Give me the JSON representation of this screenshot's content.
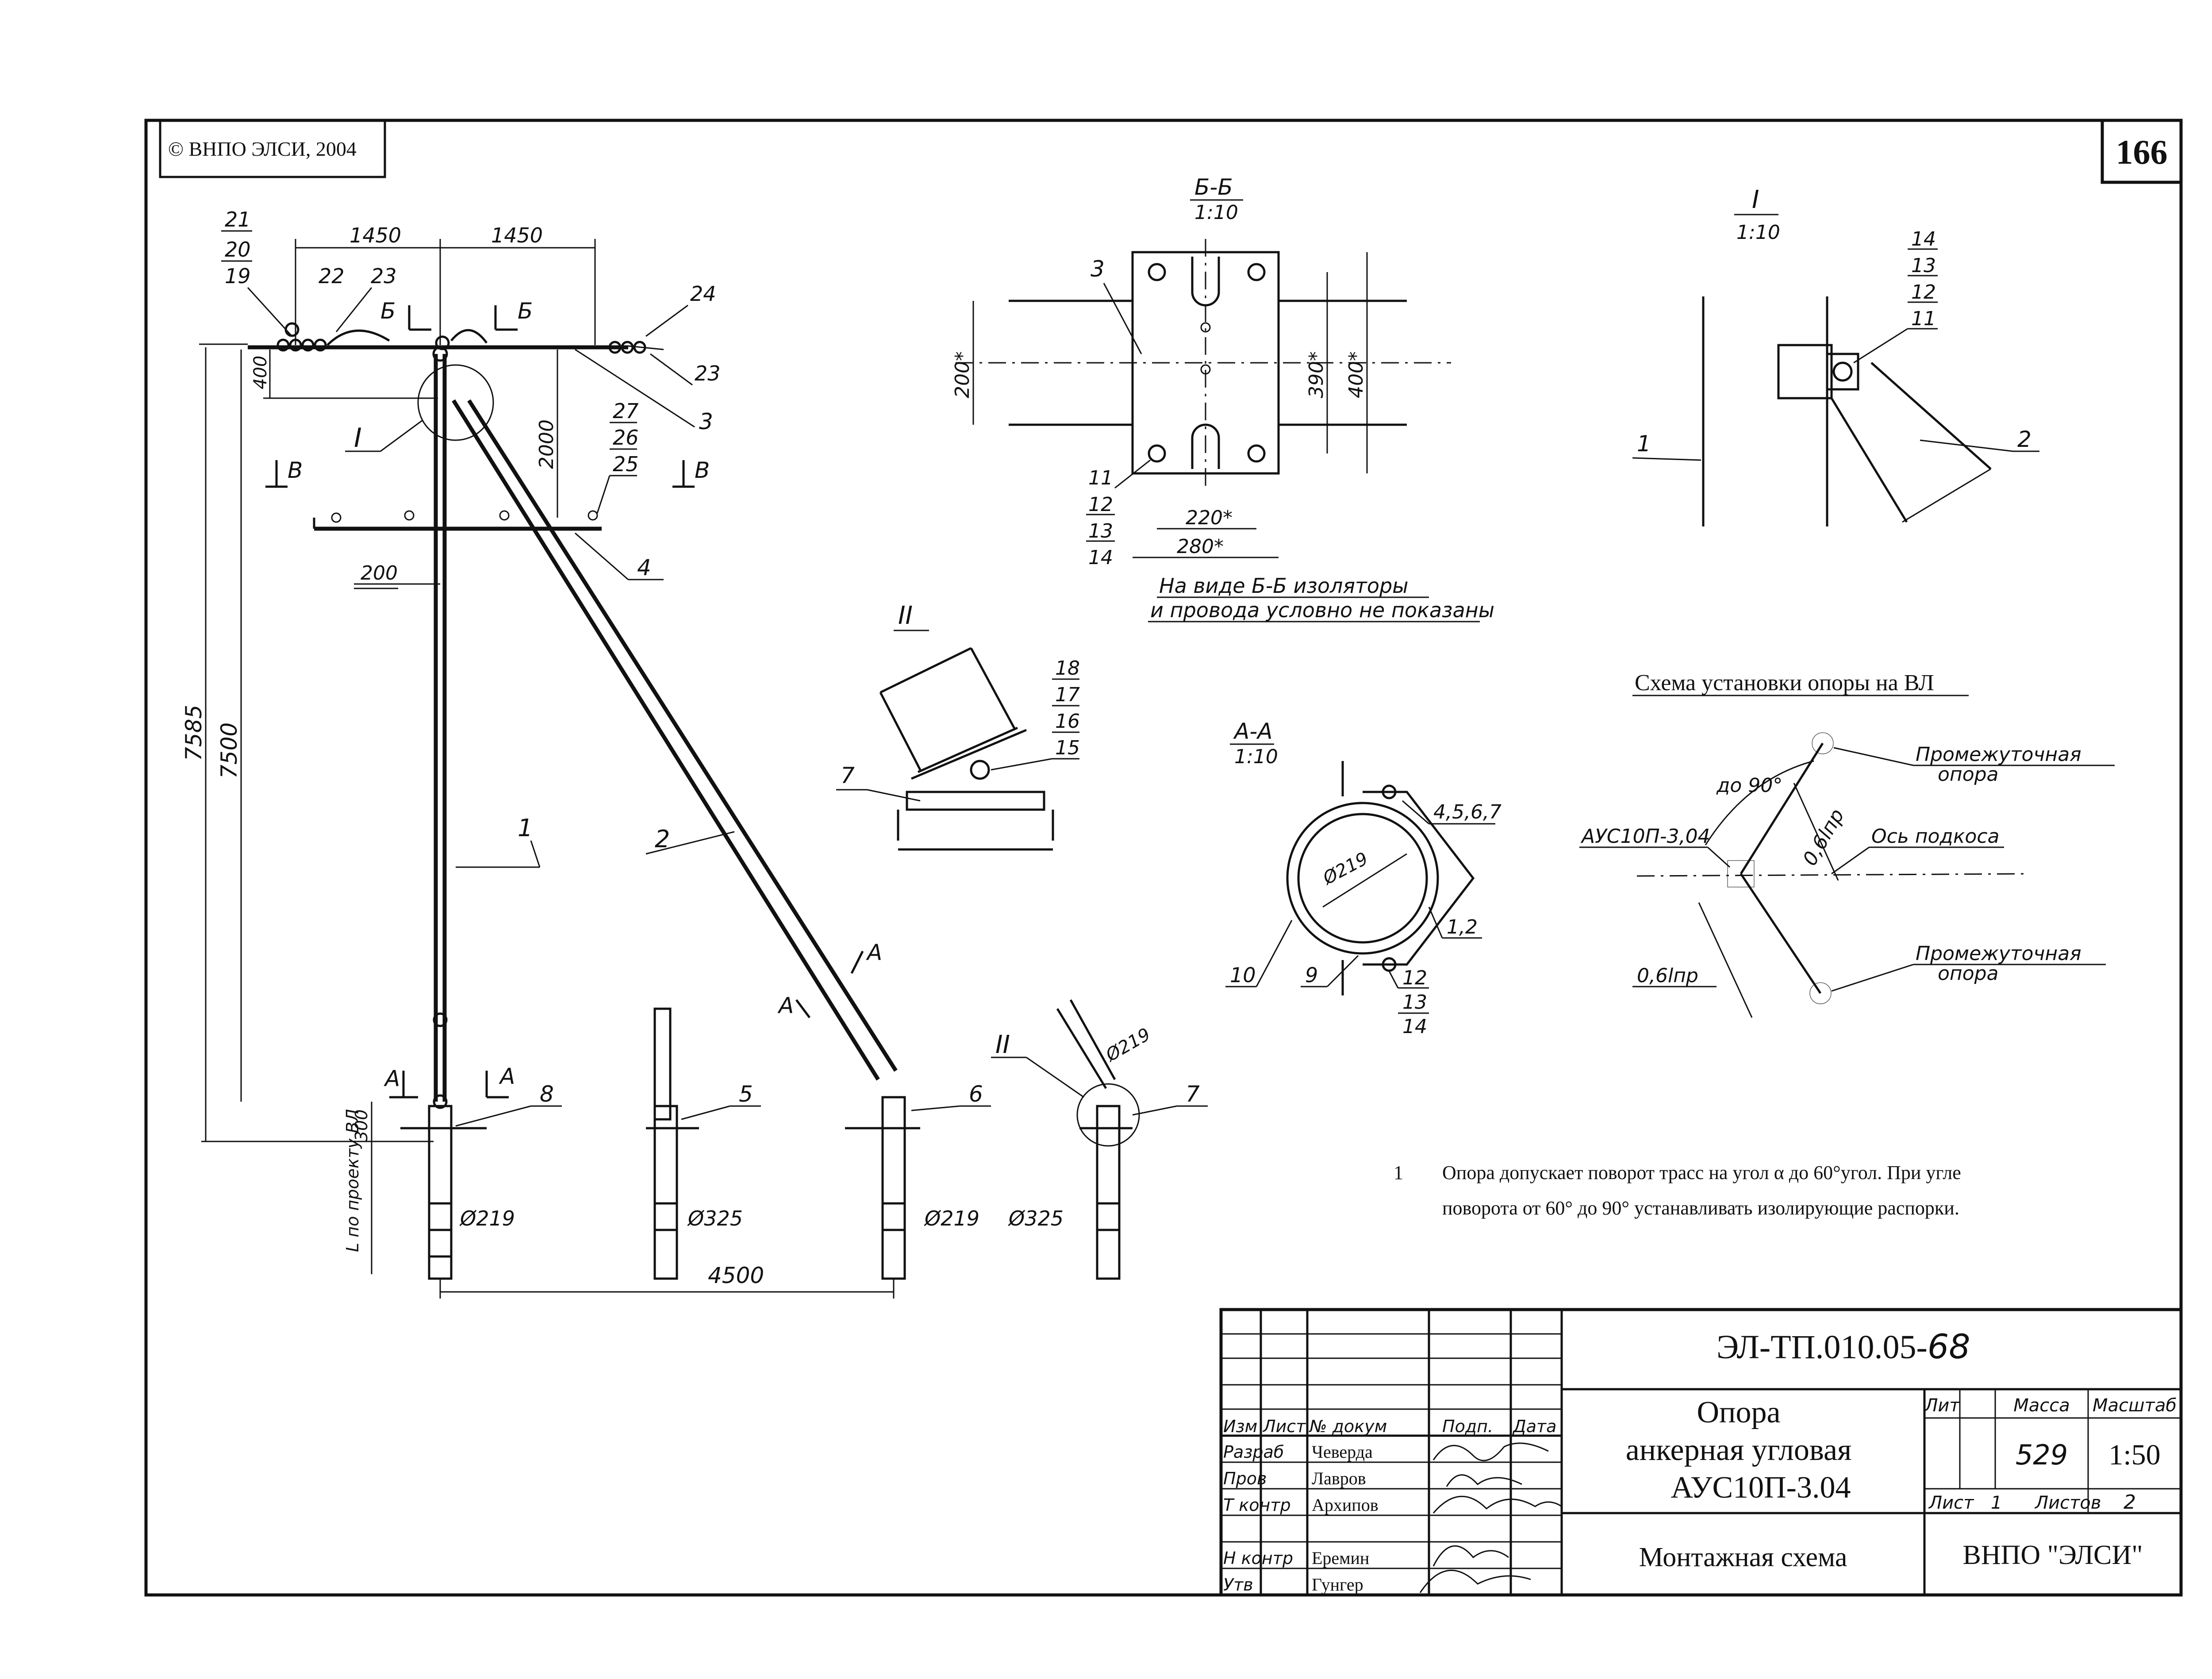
{
  "copyright": "© ВНПО ЭЛСИ, 2004",
  "sheet_number": "166",
  "main_view": {
    "dim_top_left": "1450",
    "dim_top_right": "1450",
    "dim_400": "400",
    "dim_2000": "2000",
    "dim_7585": "7585",
    "dim_7500": "7500",
    "dim_200": "200",
    "dim_300": "300",
    "dim_4500": "4500",
    "dim_length_label": "L по проекту ВЛ",
    "section_b": "Б",
    "section_v": "В",
    "section_a": "А",
    "detail_1": "I",
    "detail_2": "II",
    "callouts": {
      "c21": "21",
      "c20": "20",
      "c19": "19",
      "c22": "22",
      "c23": "23",
      "c24": "24",
      "c23b": "23",
      "c3": "3",
      "c27": "27",
      "c26": "26",
      "c25": "25",
      "c4": "4",
      "c1": "1",
      "c2": "2",
      "c8": "8",
      "c5": "5",
      "c6": "6",
      "c7": "7"
    },
    "diameters": {
      "d1": "Ø219",
      "d2": "Ø325",
      "d3": "Ø219",
      "d4": "Ø325",
      "d5": "Ø219"
    }
  },
  "section_bb": {
    "title": "Б-Б",
    "scale": "1:10",
    "dim_200": "200*",
    "dim_390": "390*",
    "dim_400": "400*",
    "dim_220": "220*",
    "dim_280": "280*",
    "c3": "3",
    "c11": "11",
    "c12": "12",
    "c13": "13",
    "c14": "14",
    "note_line1": "На виде Б-Б изоляторы",
    "note_line2": "и провода условно не показаны"
  },
  "detail_I": {
    "title": "I",
    "scale": "1:10",
    "c14": "14",
    "c13": "13",
    "c12": "12",
    "c11": "11",
    "c1": "1",
    "c2": "2"
  },
  "detail_II": {
    "title": "II",
    "c18": "18",
    "c17": "17",
    "c16": "16",
    "c15": "15",
    "c7": "7"
  },
  "section_aa": {
    "title": "А-А",
    "scale": "1:10",
    "diameter": "Ø219",
    "c456": "4,5,6,7",
    "c12a": "1,2",
    "c10": "10",
    "c9": "9",
    "c12": "12",
    "c13": "13",
    "c14": "14"
  },
  "scheme": {
    "title": "Схема установки опоры на ВЛ",
    "angle": "до 90°",
    "support_label": "АУС10П-3,04",
    "intermediate_top_1": "Промежуточная",
    "intermediate_top_2": "опора",
    "axis_label": "Ось подкоса",
    "dist_1": "0,6lпр",
    "dist_2": "0,6lпр",
    "intermediate_bot_1": "Промежуточная",
    "intermediate_bot_2": "опора"
  },
  "note": {
    "number": "1",
    "line1": "Опора допускает поворот трасс на угол α до 60°угол. При угле",
    "line2": "поворота от 60° до 90° устанавливать изолирующие распорки."
  },
  "title_block": {
    "doc_code": "ЭЛ-ТП.010.05-",
    "doc_suffix": "68",
    "headers": {
      "izm": "Изм",
      "list": "Лист",
      "doc": "№ докум",
      "sign": "Подп.",
      "date": "Дата"
    },
    "roles": [
      {
        "role": "Разраб",
        "name": "Чеверда"
      },
      {
        "role": "Пров",
        "name": "Лавров"
      },
      {
        "role": "Т контр",
        "name": "Архипов"
      },
      {
        "role": "Н контр",
        "name": "Еремин"
      },
      {
        "role": "Утв",
        "name": "Гунгер"
      }
    ],
    "name_line1": "Опора",
    "name_line2": "анкерная угловая",
    "name_line3": "АУС10П-3.04",
    "subtitle": "Монтажная схема",
    "lit_label": "Лит",
    "mass_label": "Масса",
    "scale_label": "Масштаб",
    "mass": "529",
    "scale": "1:50",
    "sheet_label": "Лист",
    "sheet_value": "1",
    "sheets_label": "Листов",
    "sheets_value": "2",
    "org": "ВНПО \"ЭЛСИ\""
  }
}
